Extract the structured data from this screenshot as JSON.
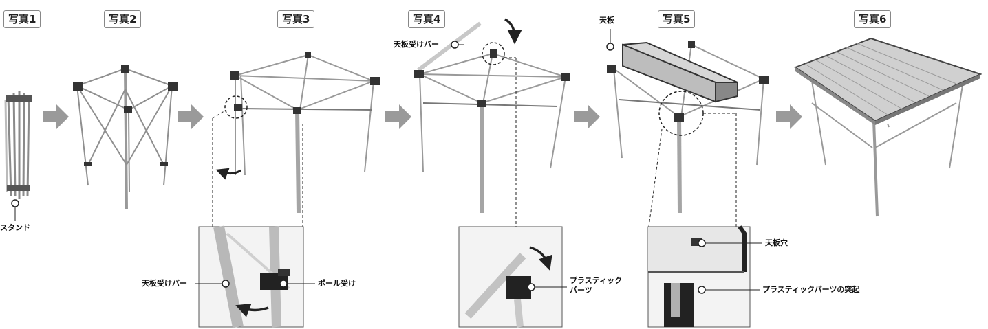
{
  "photos": [
    {
      "label": "写真1"
    },
    {
      "label": "写真2"
    },
    {
      "label": "写真3"
    },
    {
      "label": "写真4"
    },
    {
      "label": "写真5"
    },
    {
      "label": "写真6"
    }
  ],
  "callouts": {
    "stand": "スタンド",
    "tabletop_bar_4": "天板受けバー",
    "tabletop_5": "天板",
    "tabletop_bar_detail": "天板受けバー",
    "pole_holder": "ポール受け",
    "plastic_parts_line1": "プラスティック",
    "plastic_parts_line2": "パーツ",
    "tabletop_hole": "天板穴",
    "plastic_projection": "プラスティックパーツの突起"
  },
  "colors": {
    "arrow": "#9a9a9a",
    "frame": "#777777",
    "leg": "#b9b9b9",
    "table_top": "#c9c9c9"
  }
}
